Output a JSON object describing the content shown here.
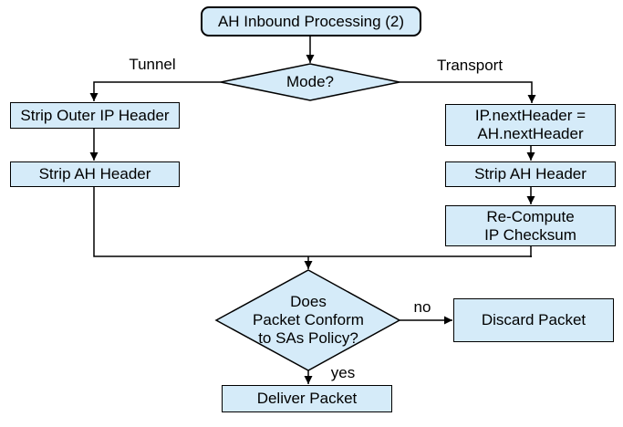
{
  "diagram": {
    "type": "flowchart",
    "background": "#ffffff",
    "node_fill": "#d5ebf9",
    "node_border": "#000000",
    "nodes": {
      "start": "AH Inbound Processing (2)",
      "mode": "Mode?",
      "strip_outer_ip": "Strip Outer IP Header",
      "strip_ah_tunnel": "Strip AH Header",
      "ip_next_header": "IP.nextHeader =\nAH.nextHeader",
      "strip_ah_transport": "Strip AH Header",
      "recompute_checksum": "Re-Compute\nIP Checksum",
      "policy_check": "Does\nPacket Conform\nto SAs Policy?",
      "discard": "Discard Packet",
      "deliver": "Deliver Packet"
    },
    "edge_labels": {
      "tunnel": "Tunnel",
      "transport": "Transport",
      "no": "no",
      "yes": "yes"
    }
  }
}
